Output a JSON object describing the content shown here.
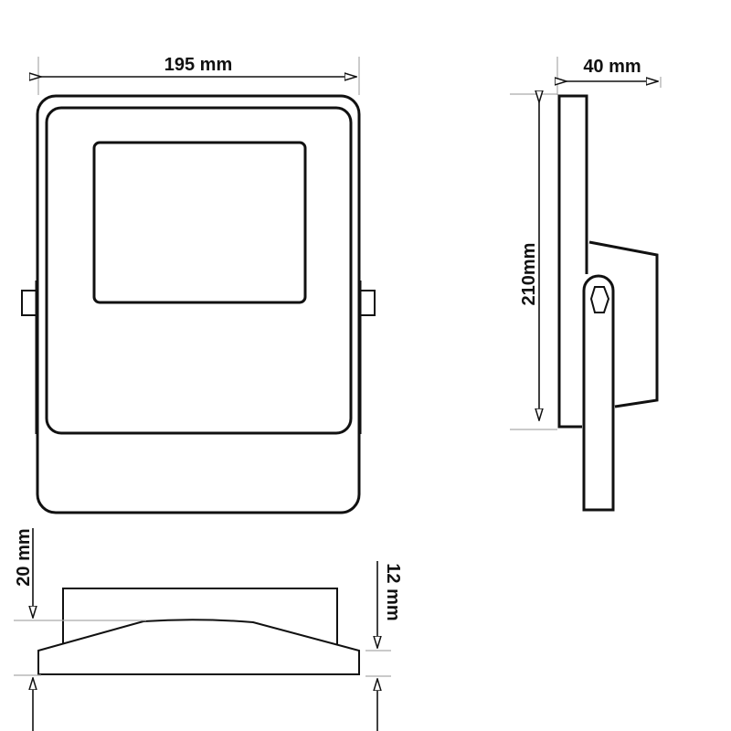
{
  "dimensions": {
    "width": "195 mm",
    "height": "210mm",
    "depth": "40 mm",
    "bottom_total": "20 mm",
    "bottom_edge": "12 mm"
  }
}
